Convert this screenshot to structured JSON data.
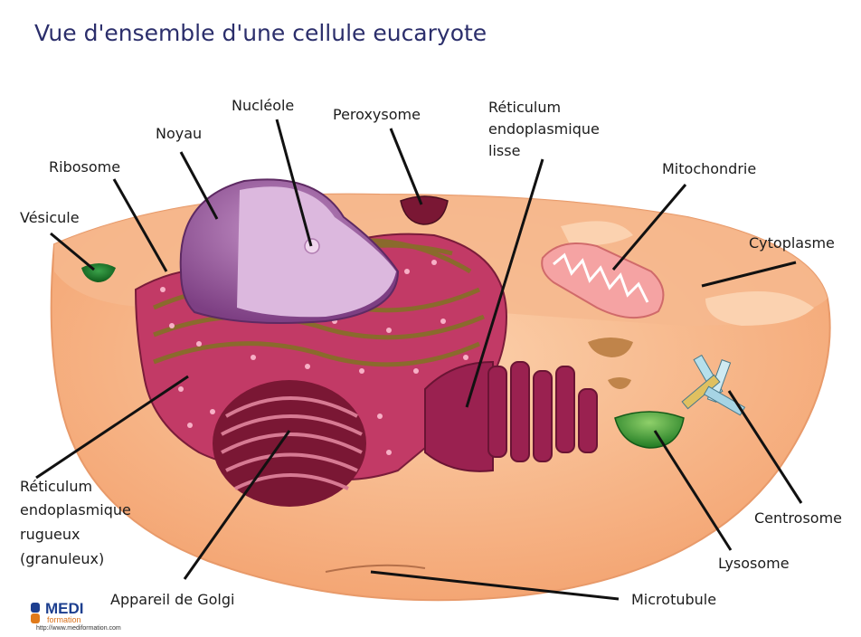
{
  "title": "Vue d'ensemble d'une cellule eucaryote",
  "labels": {
    "noyau": "Noyau",
    "nucleole": "Nucléole",
    "peroxysome": "Peroxysome",
    "rel_1": "Réticulum",
    "rel_2": "endoplasmique",
    "rel_3": "lisse",
    "ribosome": "Ribosome",
    "mitochondrie": "Mitochondrie",
    "vesicule": "Vésicule",
    "cytoplasme": "Cytoplasme",
    "reg_1": "Réticulum",
    "reg_2": "endoplasmique",
    "reg_3": "rugueux",
    "reg_4": "(granuleux)",
    "centrosome": "Centrosome",
    "lysosome": "Lysosome",
    "golgi": "Appareil de Golgi",
    "microtubule": "Microtubule"
  },
  "logo": {
    "word": "MEDI",
    "sub": "formation",
    "url": "http://www.mediformation.com"
  },
  "colors": {
    "cytoplasm": "#f7b386",
    "cytoplasm_light": "#fbd0ab",
    "nucleus": "#9c5ea0",
    "nucleus_light": "#d9b4dc",
    "rough_er": "#b8305a",
    "golgi": "#8a1f3c",
    "mitochondria": "#f2a0a0",
    "vesicle": "#1c7f2a",
    "lysosome": "#3a9a2a",
    "centrosome": "#a8d8e8",
    "leader": "#111111",
    "title": "#2b2e6b"
  }
}
